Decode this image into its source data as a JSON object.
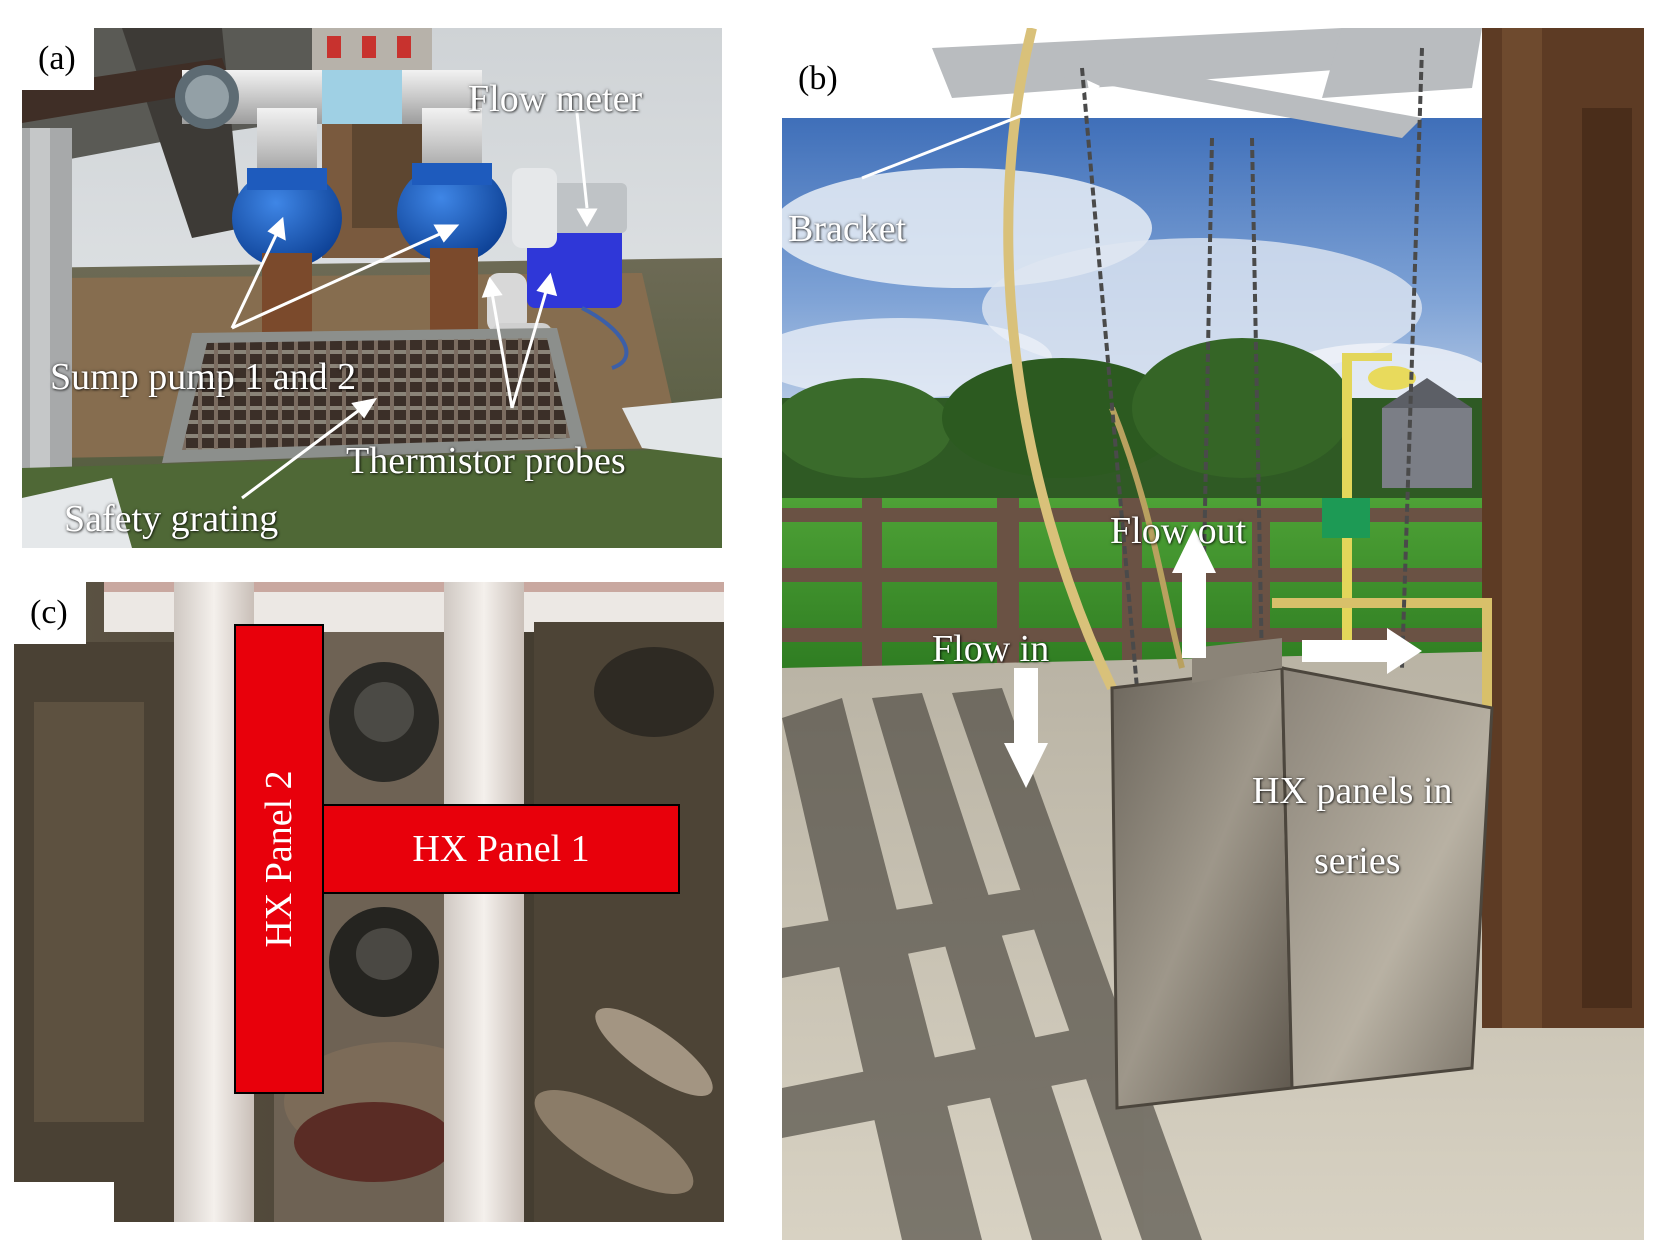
{
  "figure": {
    "panel_a": {
      "letter": "(a)",
      "labels": {
        "flow_meter": "Flow meter",
        "sump_pumps": "Sump pump 1 and 2",
        "thermistor_probes": "Thermistor probes",
        "safety_grating": "Safety grating"
      }
    },
    "panel_b": {
      "letter": "(b)",
      "labels": {
        "bracket": "Bracket",
        "flow_out": "Flow out",
        "flow_in": "Flow in",
        "hx_series_line1": "HX panels in",
        "hx_series_line2": "series"
      }
    },
    "panel_c": {
      "letter": "(c)",
      "labels": {
        "hx_panel_2": "HX Panel 2",
        "hx_panel_1": "HX Panel 1"
      }
    }
  },
  "colors": {
    "hx_red": "#e8000b",
    "pump_blue": "#1b5fc4",
    "annotation_text": "#ffffff"
  }
}
